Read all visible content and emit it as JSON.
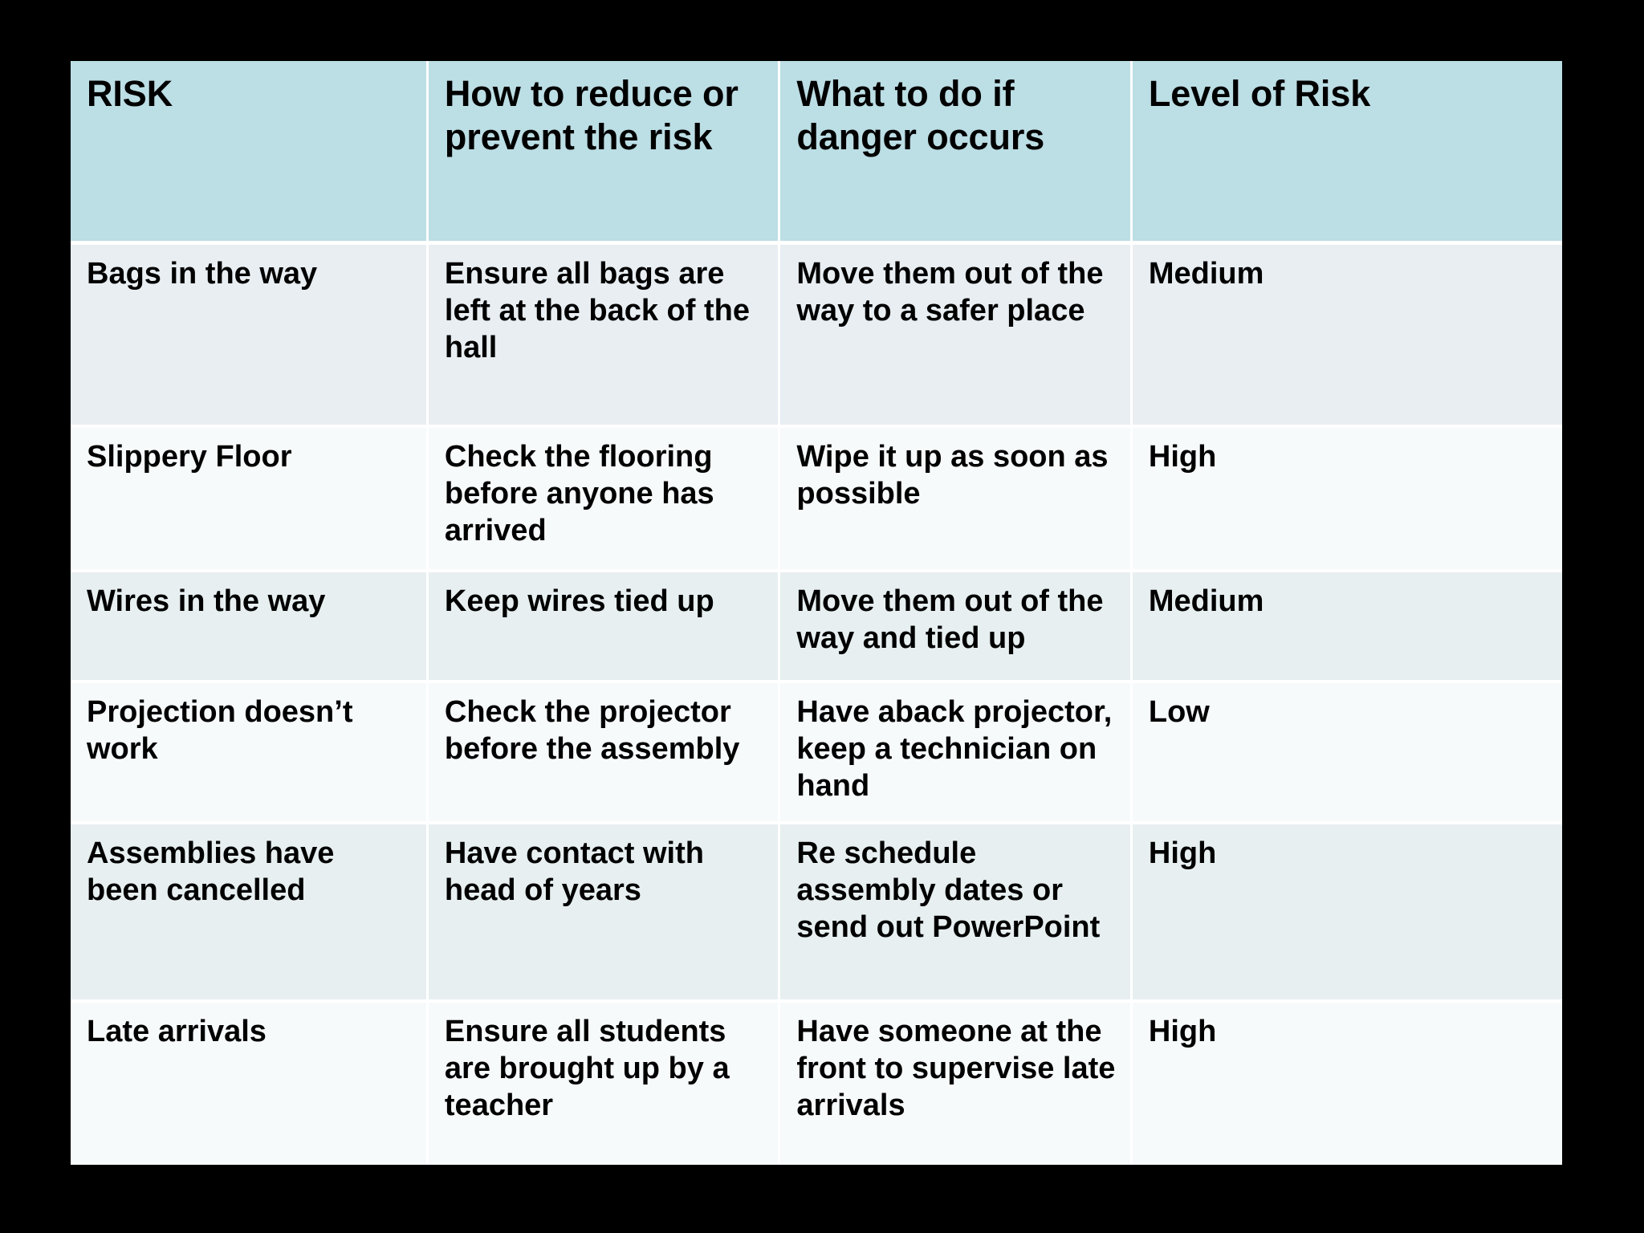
{
  "slide": {
    "background_color": "#000000",
    "table_border_color": "#ffffff"
  },
  "table": {
    "header_background": "#bcdee5",
    "row_backgrounds": [
      "#e8eef2",
      "#f7fafa",
      "#e7eff0",
      "#f6fafa",
      "#e7eff0",
      "#f7fafa"
    ],
    "columns": [
      "RISK",
      "How to reduce or prevent the risk",
      "What to do if danger occurs",
      "Level of Risk"
    ],
    "rows": [
      {
        "risk": "Bags in the way",
        "prevent": "Ensure all bags are left at the back of the hall",
        "response": "Move them out of the way to a safer place",
        "level": "Medium"
      },
      {
        "risk": "Slippery Floor",
        "prevent": "Check the flooring before anyone has arrived",
        "response": "Wipe it up as soon as possible",
        "level": "High"
      },
      {
        "risk": "Wires in the way",
        "prevent": "Keep wires tied up",
        "response": "Move them out of the way and tied up",
        "level": "Medium"
      },
      {
        "risk": "Projection doesn’t work",
        "prevent": "Check the projector before the assembly",
        "response": "Have aback projector, keep a technician on hand",
        "level": "Low"
      },
      {
        "risk": "Assemblies have been cancelled",
        "prevent": "Have contact with head of years",
        "response": "Re schedule assembly dates or send out PowerPoint",
        "level": "High"
      },
      {
        "risk": "Late arrivals",
        "prevent": "Ensure all students are brought up by a teacher",
        "response": "Have someone at the front to supervise late arrivals",
        "level": "High"
      }
    ]
  }
}
